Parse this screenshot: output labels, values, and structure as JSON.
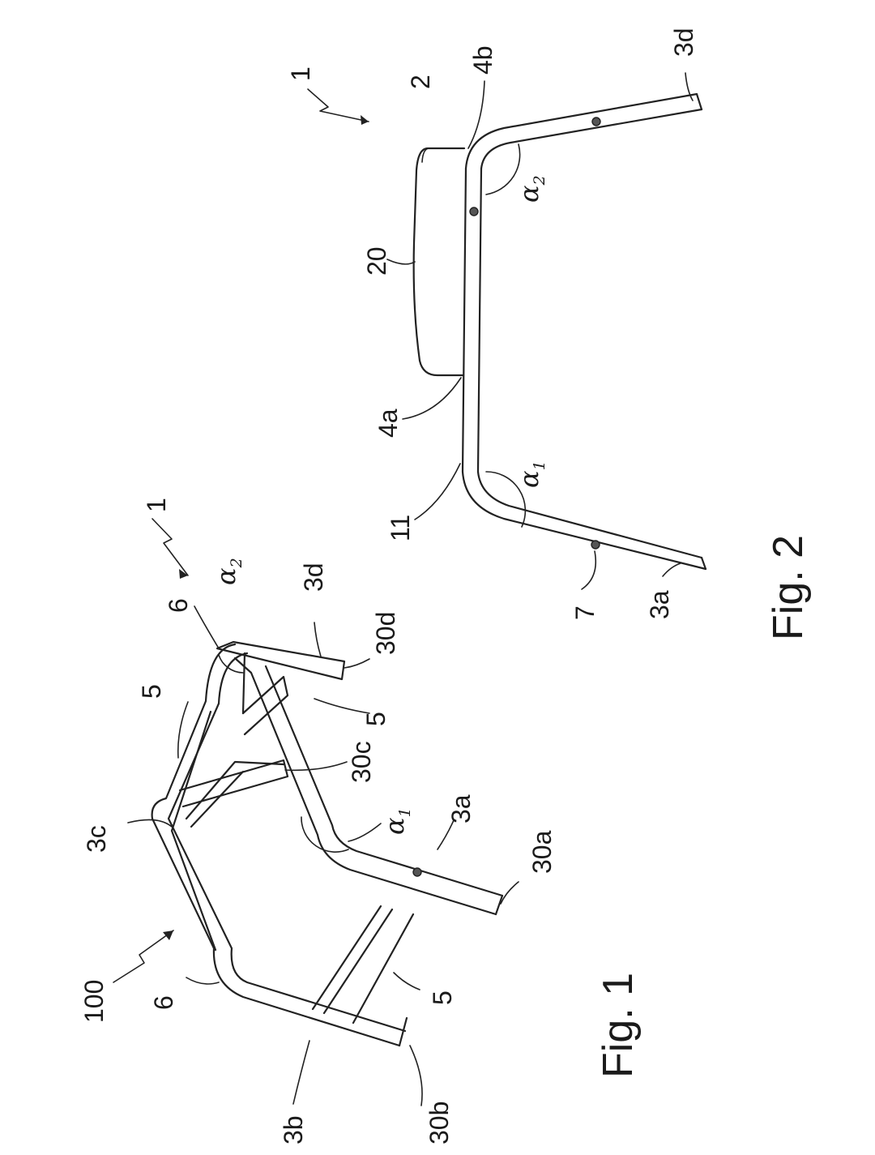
{
  "fig1": {
    "caption": "Fig. 1",
    "labels": {
      "n100": "100",
      "n1": "1",
      "n3b": "3b",
      "n30b": "30b",
      "n6a": "6",
      "n5a": "5",
      "n3c": "3c",
      "n5b": "5",
      "n30c": "30c",
      "alpha1": "α",
      "alpha1_sub": "1",
      "n3a": "3a",
      "n30a": "30a",
      "n6b": "6",
      "n5c": "5",
      "n3d": "3d",
      "n30d": "30d",
      "alpha2": "α",
      "alpha2_sub": "2"
    }
  },
  "fig2": {
    "caption": "Fig. 2",
    "labels": {
      "n1": "1",
      "n3d": "3d",
      "n4b": "4b",
      "n2": "2",
      "n20": "20",
      "alpha2": "α",
      "alpha2_sub": "2",
      "n4a": "4a",
      "n11": "11",
      "alpha1": "α",
      "alpha1_sub": "1",
      "n7": "7",
      "n3a": "3a"
    }
  }
}
